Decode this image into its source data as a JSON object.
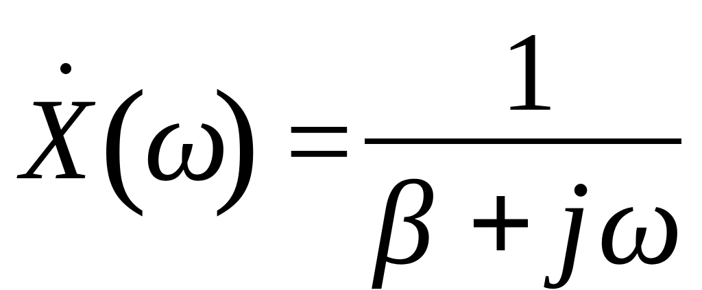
{
  "formula": {
    "lhs": {
      "variable": "X",
      "accent": "dot",
      "open_paren": "(",
      "argument": "ω",
      "close_paren": ")"
    },
    "equals": "=",
    "rhs": {
      "numerator": "1",
      "denominator": {
        "term1": "β",
        "operator": "+",
        "term2_coefficient": "j",
        "term2_variable": "ω"
      }
    }
  }
}
